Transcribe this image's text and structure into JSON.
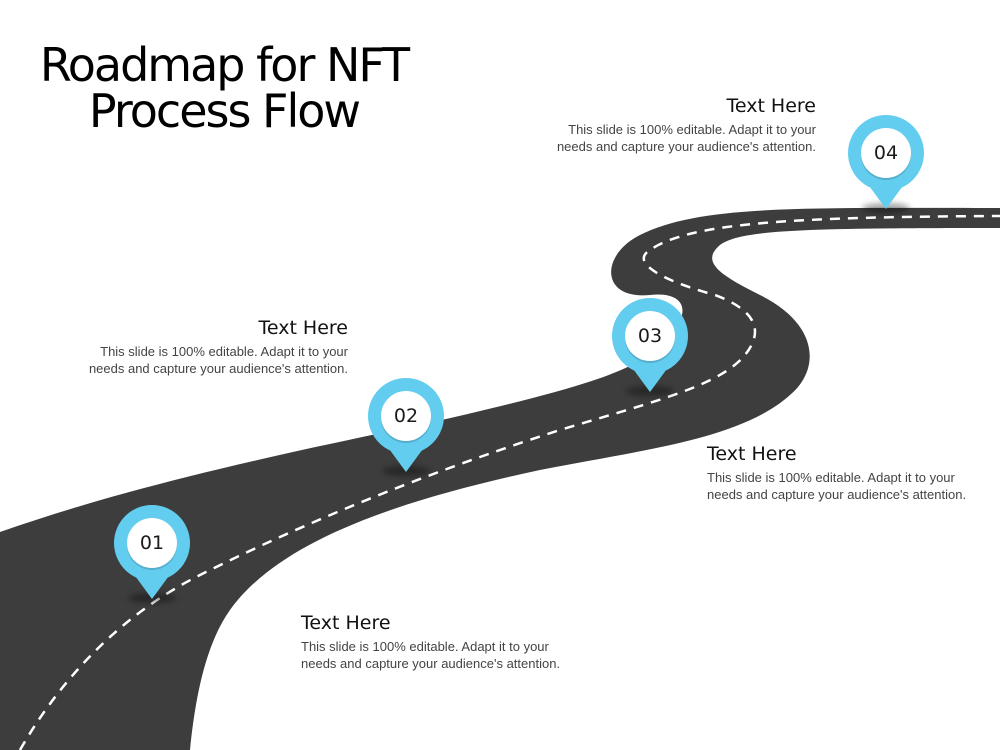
{
  "title": {
    "line1": "Roadmap for NFT",
    "line2": "Process Flow"
  },
  "colors": {
    "road": "#3d3d3d",
    "dash": "#ffffff",
    "marker": "#63cdef",
    "marker_inner": "#ffffff"
  },
  "steps": [
    {
      "number": "01",
      "heading": "Text Here",
      "body": "This slide is 100% editable. Adapt it to your needs and capture your audience's attention."
    },
    {
      "number": "02",
      "heading": "Text Here",
      "body": "This slide is 100% editable. Adapt it to your needs and capture your audience's attention."
    },
    {
      "number": "03",
      "heading": "Text Here",
      "body": "This slide is 100% editable. Adapt it to your needs and capture your audience's attention."
    },
    {
      "number": "04",
      "heading": "Text Here",
      "body": "This slide is 100% editable. Adapt it to your needs and capture your audience's attention."
    }
  ]
}
